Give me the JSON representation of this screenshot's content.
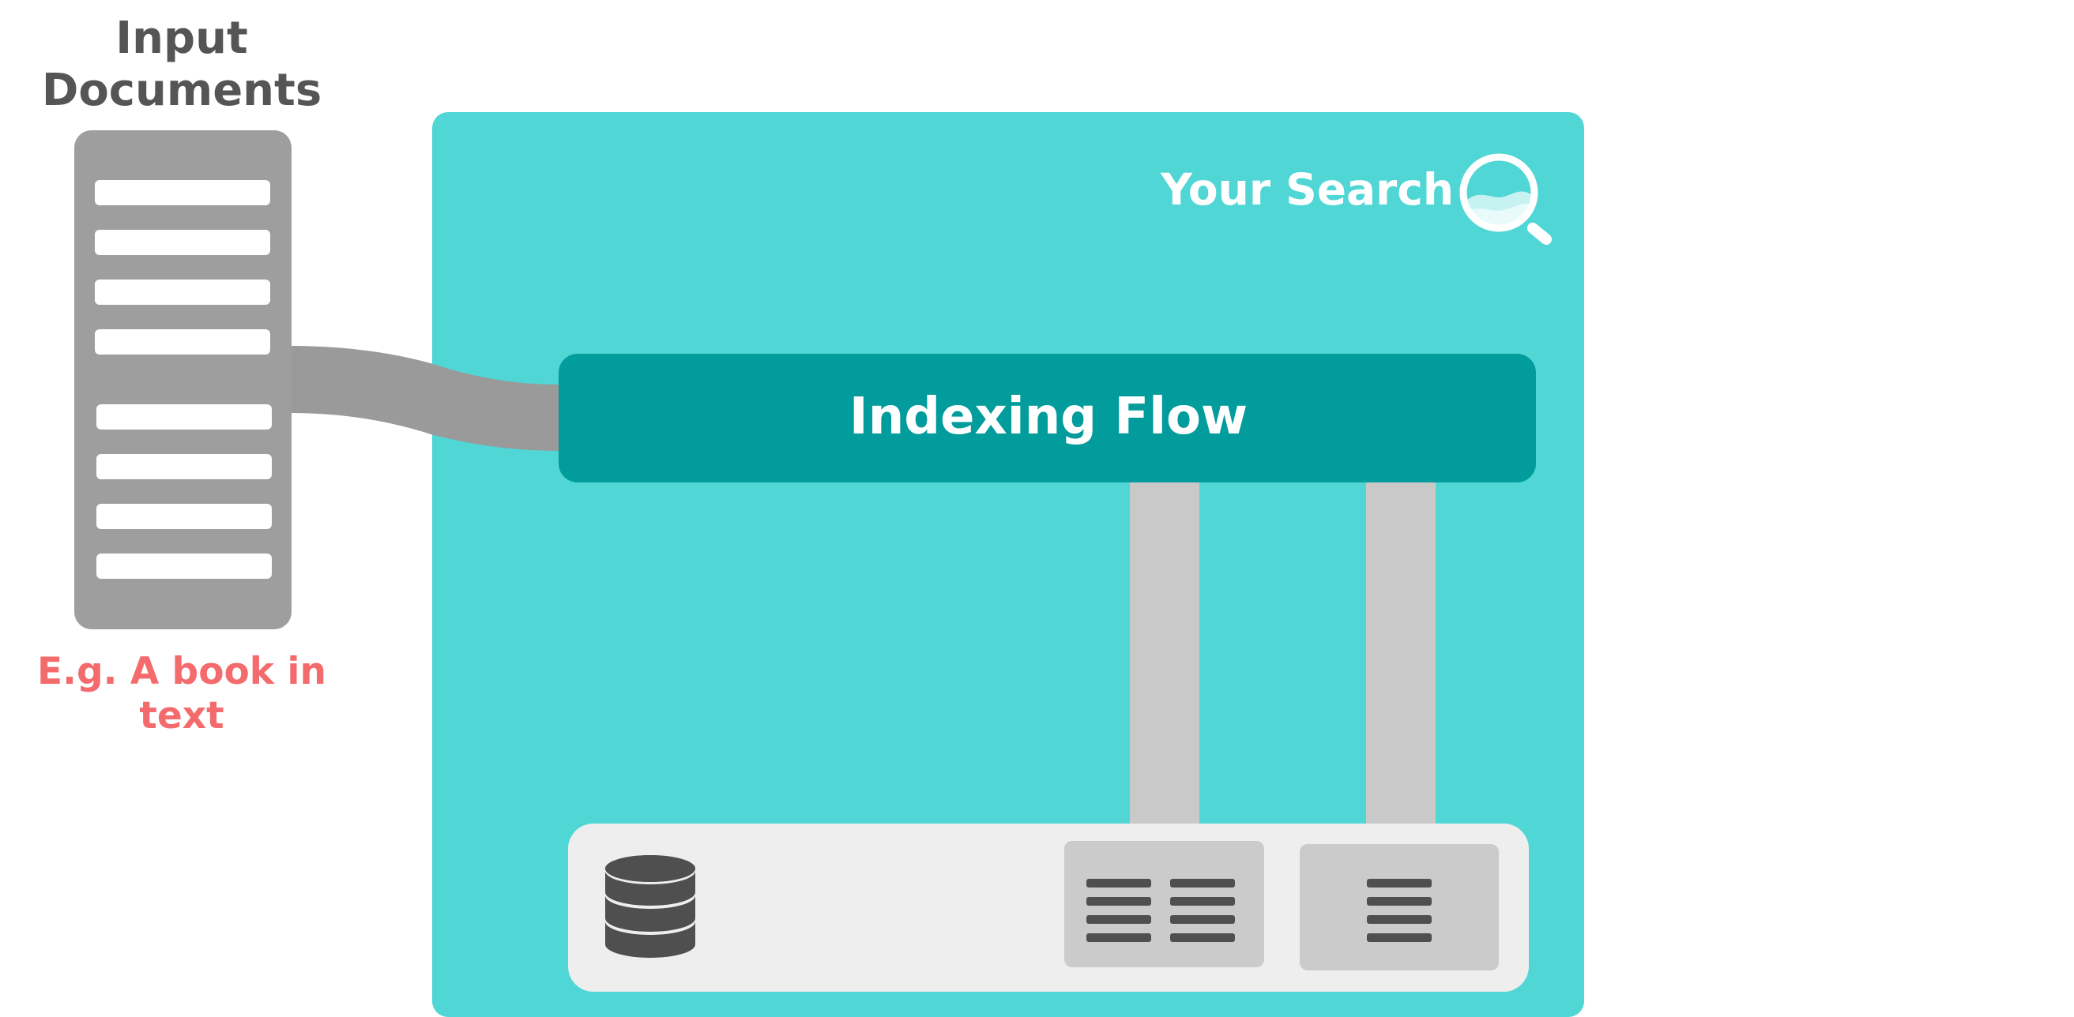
{
  "input": {
    "title_line1": "Input",
    "title_line2": "Documents",
    "caption_line1": "E.g. A book in",
    "caption_line2": "text"
  },
  "search_app": {
    "label": "Your Search",
    "icon": "magnifier-logo-icon"
  },
  "indexing_flow": {
    "label": "Indexing Flow"
  },
  "storage": {
    "database_icon": "database-icon",
    "index_icons": [
      "two-column-index-icon",
      "single-column-index-icon"
    ]
  },
  "colors": {
    "search_box": "#51d6d6",
    "flow_box": "#019c9b",
    "document": "#9e9e9e",
    "connector": "#9a9a9a",
    "pipe": "#c9c9c9",
    "storage_panel": "#eeeeee",
    "index_block": "#cbcbcb",
    "dark_icon": "#4f4f4f",
    "caption_text": "#f46b6e",
    "title_text": "#555555"
  }
}
